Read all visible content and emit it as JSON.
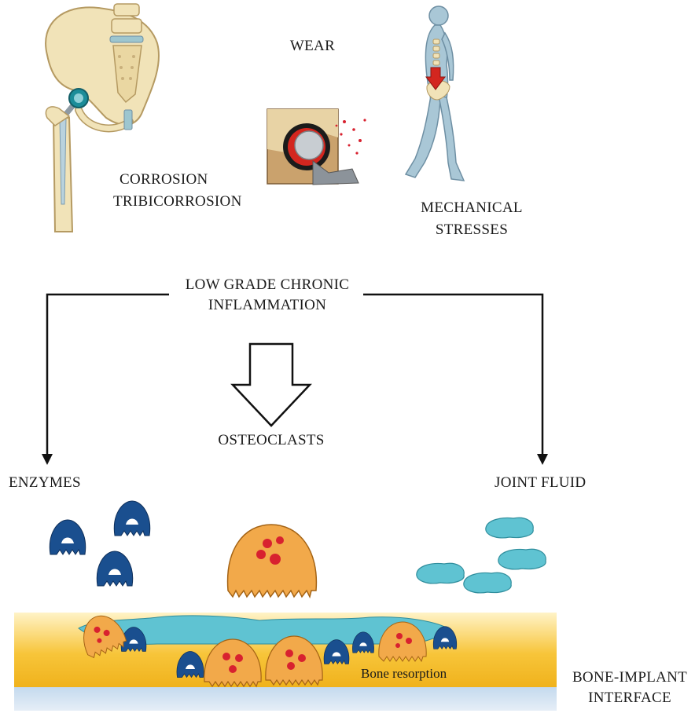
{
  "labels": {
    "wear": "WEAR",
    "corrosion": [
      "CORROSION",
      "TRIBICORROSION"
    ],
    "mechanical": [
      "MECHANICAL",
      "STRESSES"
    ],
    "inflammation": [
      "LOW GRADE CHRONIC",
      "INFLAMMATION"
    ],
    "osteoclasts": "OSTEOCLASTS",
    "enzymes": "ENZYMES",
    "joint_fluid": "JOINT FLUID",
    "bone_resorption": "Bone resorption",
    "interface": [
      "BONE-IMPLANT",
      "INTERFACE"
    ]
  },
  "colors": {
    "bone": "#f1e3b8",
    "bone_outline": "#b59a62",
    "implant_metal": "#9aa9b4",
    "body": "#a9c7d6",
    "body_outline": "#6e8fa3",
    "arrow_red": "#d3261f",
    "enzyme_blue": "#1a4f8f",
    "osteoclast_orange": "#f2a94a",
    "nucleus_red": "#d8212f",
    "joint_fluid_cyan": "#5fc3d2",
    "bone_layer_yellow": "#f5c02a",
    "interface_blue": "#a8c8e6"
  }
}
